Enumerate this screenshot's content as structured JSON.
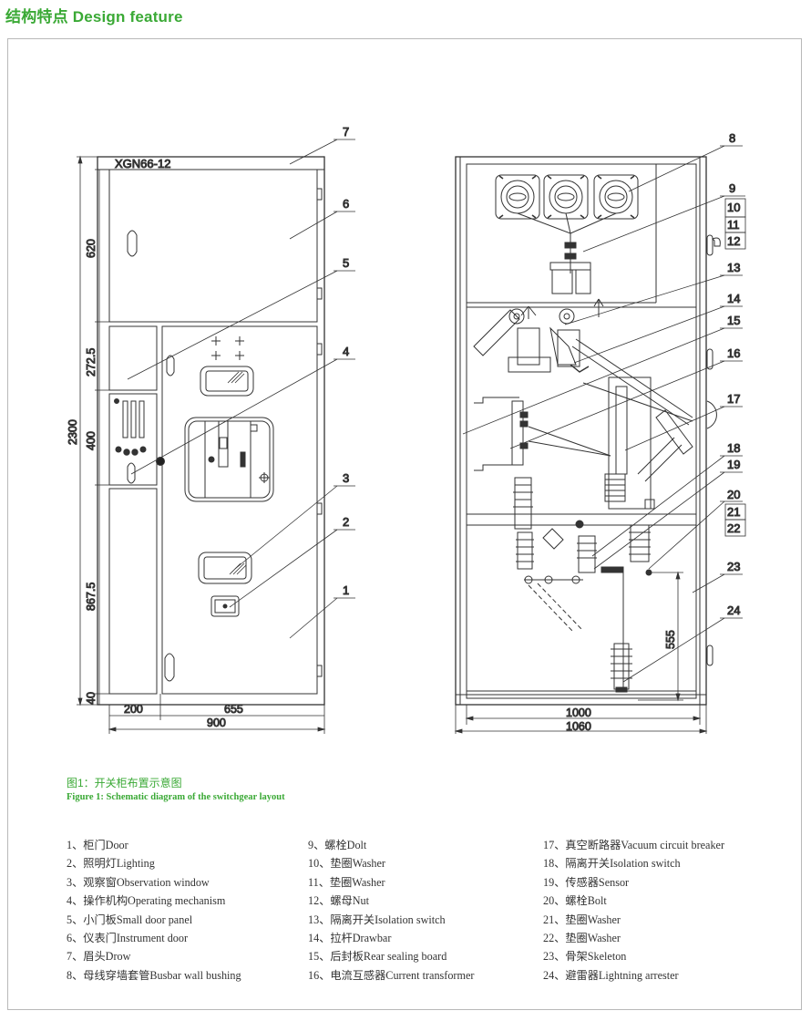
{
  "header": {
    "title": "结构特点 Design feature"
  },
  "caption": {
    "cn": "图1：开关柜布置示意图",
    "en": "Figure 1: Schematic diagram of the switchgear layout"
  },
  "front_view": {
    "model_label": "XGN66-12",
    "dims": {
      "h620": "620",
      "h272": "272.5",
      "h400": "400",
      "h867": "867.5",
      "h40": "40",
      "h2300": "2300",
      "w200": "200",
      "w655": "655",
      "w900": "900"
    },
    "callouts": [
      "1",
      "2",
      "3",
      "4",
      "5",
      "6",
      "7"
    ]
  },
  "side_view": {
    "dims": {
      "h555": "555",
      "w1000": "1000",
      "w1060": "1060"
    },
    "callouts": [
      "8",
      "9",
      "10",
      "11",
      "12",
      "13",
      "14",
      "15",
      "16",
      "17",
      "18",
      "19",
      "20",
      "21",
      "22",
      "23",
      "24"
    ]
  },
  "legend": {
    "col1": [
      "1、柜门Door",
      "2、照明灯Lighting",
      "3、观察窗Observation window",
      "4、操作机构Operating mechanism",
      "5、小门板Small door panel",
      "6、仪表门Instrument door",
      "7、眉头Drow",
      "8、母线穿墙套管Busbar wall bushing"
    ],
    "col2": [
      "9、螺栓Dolt",
      "10、垫圈Washer",
      "11、垫圈Washer",
      "12、螺母Nut",
      "13、隔离开关Isolation switch",
      "14、拉杆Drawbar",
      "15、后封板Rear sealing board",
      "16、电流互感器Current transformer"
    ],
    "col3": [
      "17、真空断路器Vacuum circuit breaker",
      "18、隔离开关Isolation switch",
      "19、传感器Sensor",
      "20、螺栓Bolt",
      "21、垫圈Washer",
      "22、垫圈Washer",
      "23、骨架Skeleton",
      "24、避雷器Lightning arrester"
    ]
  }
}
